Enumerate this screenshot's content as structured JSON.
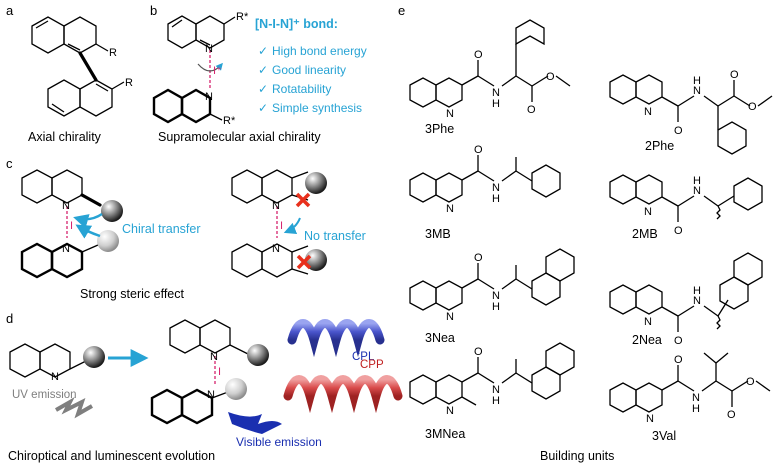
{
  "panels": {
    "a": {
      "letter": "a",
      "caption": "Axial chirality",
      "substituent": "R"
    },
    "b": {
      "letter": "b",
      "caption": "Supramolecular axial chirality",
      "bond_title": "[N-I-N]⁺ bond:",
      "features": [
        "High bond energy",
        "Good linearity",
        "Rotatability",
        "Simple synthesis"
      ],
      "check_glyph": "✓",
      "substituent": "R*",
      "iodine": "I⁺"
    },
    "c": {
      "letter": "c",
      "caption": "Strong steric effect",
      "transfer_label": "Chiral transfer",
      "no_transfer_label": "No transfer"
    },
    "d": {
      "letter": "d",
      "caption": "Chiroptical and luminescent evolution",
      "uv_label": "UV emission",
      "visible_label": "Visible emission",
      "cpl_label": "CPL",
      "cpp_label": "CPP"
    },
    "e": {
      "letter": "e",
      "caption": "Building units",
      "compounds": [
        "3Phe",
        "2Phe",
        "3MB",
        "2MB",
        "3Nea",
        "2Nea",
        "3MNea",
        "3Val"
      ]
    }
  },
  "atoms": {
    "N": "N",
    "O": "O",
    "H": "H",
    "I": "I",
    "plus": "+"
  },
  "colors": {
    "accent": "#27a3d4",
    "iodine": "#d6246e",
    "cross": "#e8301c",
    "cpl_helix": "#4a55cc",
    "cpp_helix": "#d94c4c",
    "visible_arrow": "#1a2fb0",
    "uv_arrow": "#7f7f7f"
  }
}
